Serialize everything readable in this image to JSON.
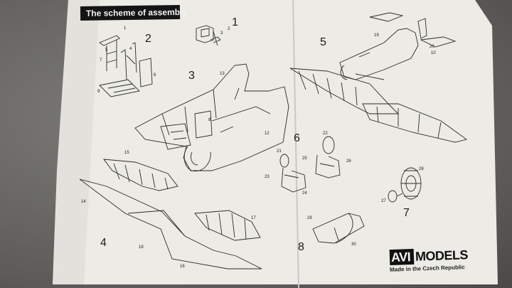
{
  "title": "The scheme of assembly",
  "logo": {
    "box_text": "AVI",
    "text": "MODELS"
  },
  "footer": "Made in the Czech Republic",
  "steps": [
    "1",
    "2",
    "3",
    "4",
    "5",
    "6",
    "7",
    "8"
  ],
  "parts": [
    "1",
    "2",
    "3",
    "4",
    "5",
    "6",
    "7",
    "8",
    "9",
    "10",
    "12",
    "13",
    "14",
    "15",
    "16",
    "17",
    "18",
    "19",
    "20",
    "21",
    "22",
    "23",
    "24",
    "25",
    "26",
    "27",
    "28",
    "29",
    "30"
  ],
  "colors": {
    "paper": "#ecebe6",
    "ink": "#1a1a1a",
    "title_bg": "#141414"
  }
}
